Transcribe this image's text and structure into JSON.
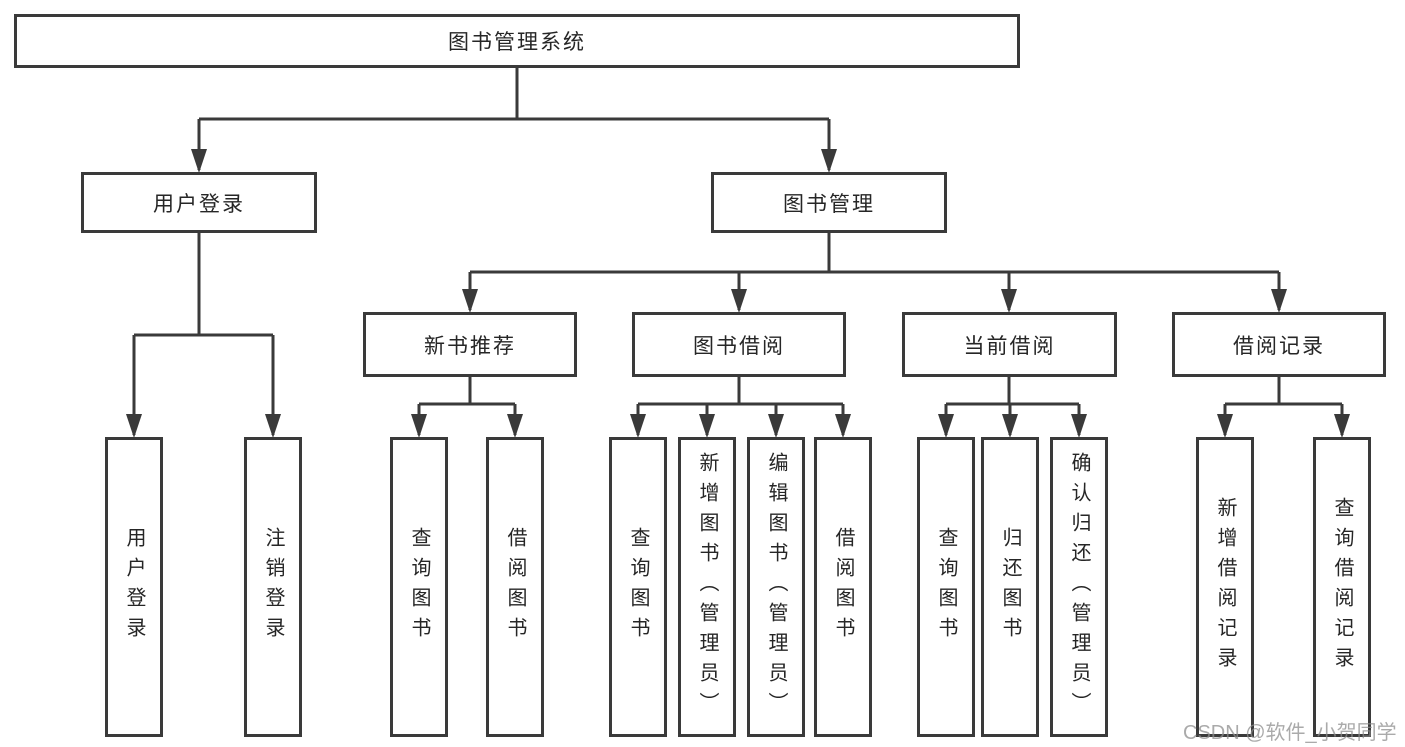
{
  "colors": {
    "line": "#3a3a3a",
    "border": "#3a3a3a",
    "text": "#262626",
    "background": "#ffffff",
    "watermark": "#8e8e8e"
  },
  "watermark": {
    "text": "CSDN @软件_小贺同学"
  },
  "tree": {
    "root": {
      "label": "图书管理系统"
    },
    "children": [
      {
        "label": "用户登录",
        "children": [
          {
            "label": "用户登录"
          },
          {
            "label": "注销登录"
          }
        ]
      },
      {
        "label": "图书管理",
        "children": [
          {
            "label": "新书推荐",
            "children": [
              {
                "label": "查询图书"
              },
              {
                "label": "借阅图书"
              }
            ]
          },
          {
            "label": "图书借阅",
            "children": [
              {
                "label": "查询图书"
              },
              {
                "label": "新增图书（管理员）"
              },
              {
                "label": "编辑图书（管理员）"
              },
              {
                "label": "借阅图书"
              }
            ]
          },
          {
            "label": "当前借阅",
            "children": [
              {
                "label": "查询图书"
              },
              {
                "label": "归还图书"
              },
              {
                "label": "确认归还（管理员）"
              }
            ]
          },
          {
            "label": "借阅记录",
            "children": [
              {
                "label": "新增借阅记录"
              },
              {
                "label": "查询借阅记录"
              }
            ]
          }
        ]
      }
    ]
  }
}
